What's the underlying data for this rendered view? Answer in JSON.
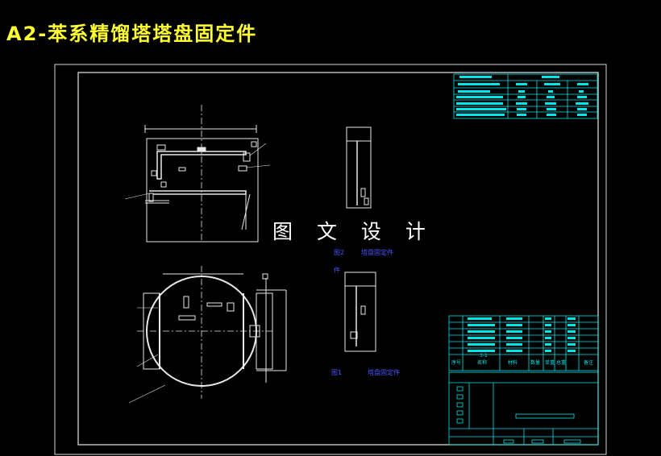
{
  "title": "A2-苯系精馏塔塔盘固定件",
  "watermark": "图 文 设 计",
  "notes": {
    "upper_left": "图2",
    "upper_right": "塔盘固定件",
    "upper_line2": "件",
    "lower_left": "图1",
    "lower_right": "塔盘固定件"
  },
  "bom": {
    "col_headers": [
      "序号",
      "名称",
      "材料",
      "数量",
      "单重",
      "总重",
      "备注"
    ],
    "tag": "3-1"
  },
  "colors": {
    "line": "#e8e8e8",
    "table": "#00e5e5",
    "title": "#ffff33",
    "note": "#4a56ff"
  }
}
